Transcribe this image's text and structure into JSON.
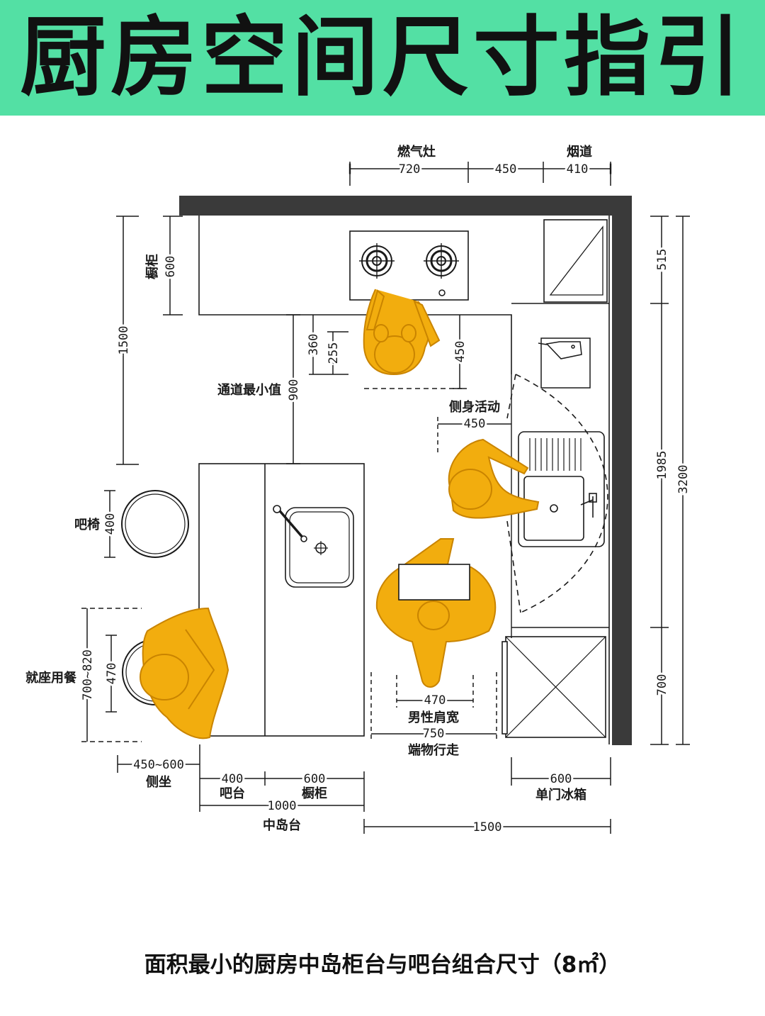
{
  "title": "厨房空间尺寸指引",
  "caption": "面积最小的厨房中岛柜台与吧台组合尺寸（8㎡）",
  "colors": {
    "banner": "#53e0a4",
    "wall": "#3a3a3a",
    "person": "#f2ad0e",
    "person_outline": "#c98400",
    "line": "#1a1a1a"
  },
  "labels": {
    "stove": "燃气灶",
    "flue": "烟道",
    "cabinet_left": "橱柜",
    "aisle_min": "通道最小值",
    "side_activity": "侧身活动",
    "bar_stool": "吧椅",
    "seated_dining": "就座用餐",
    "male_shoulder": "男性肩宽",
    "carry_walk": "端物行走",
    "side_sit": "侧坐",
    "bar_counter": "吧台",
    "cabinet_bottom": "橱柜",
    "island": "中岛台",
    "fridge": "单门冰箱"
  },
  "dims": {
    "d720": "720",
    "d450_top": "450",
    "d410": "410",
    "d600_left": "600",
    "d1500_left": "1500",
    "d360": "360",
    "d255": "255",
    "d450_person": "450",
    "d900": "900",
    "d450_side": "450",
    "d400_stool": "400",
    "d700_820": "700~820",
    "d470_left": "470",
    "d515": "515",
    "d1985": "1985",
    "d3200": "3200",
    "d700_right": "700",
    "d470_bottom": "470",
    "d750": "750",
    "d450_600": "450~600",
    "d400_bar": "400",
    "d600_cab": "600",
    "d1000": "1000",
    "d1500_bottom": "1500",
    "d600_fridge": "600"
  },
  "icons": [
    "gas-burner-icon",
    "sink-icon",
    "faucet-icon",
    "refrigerator-icon",
    "person-icon",
    "bar-stool-icon",
    "kitchen-knife-icon"
  ]
}
